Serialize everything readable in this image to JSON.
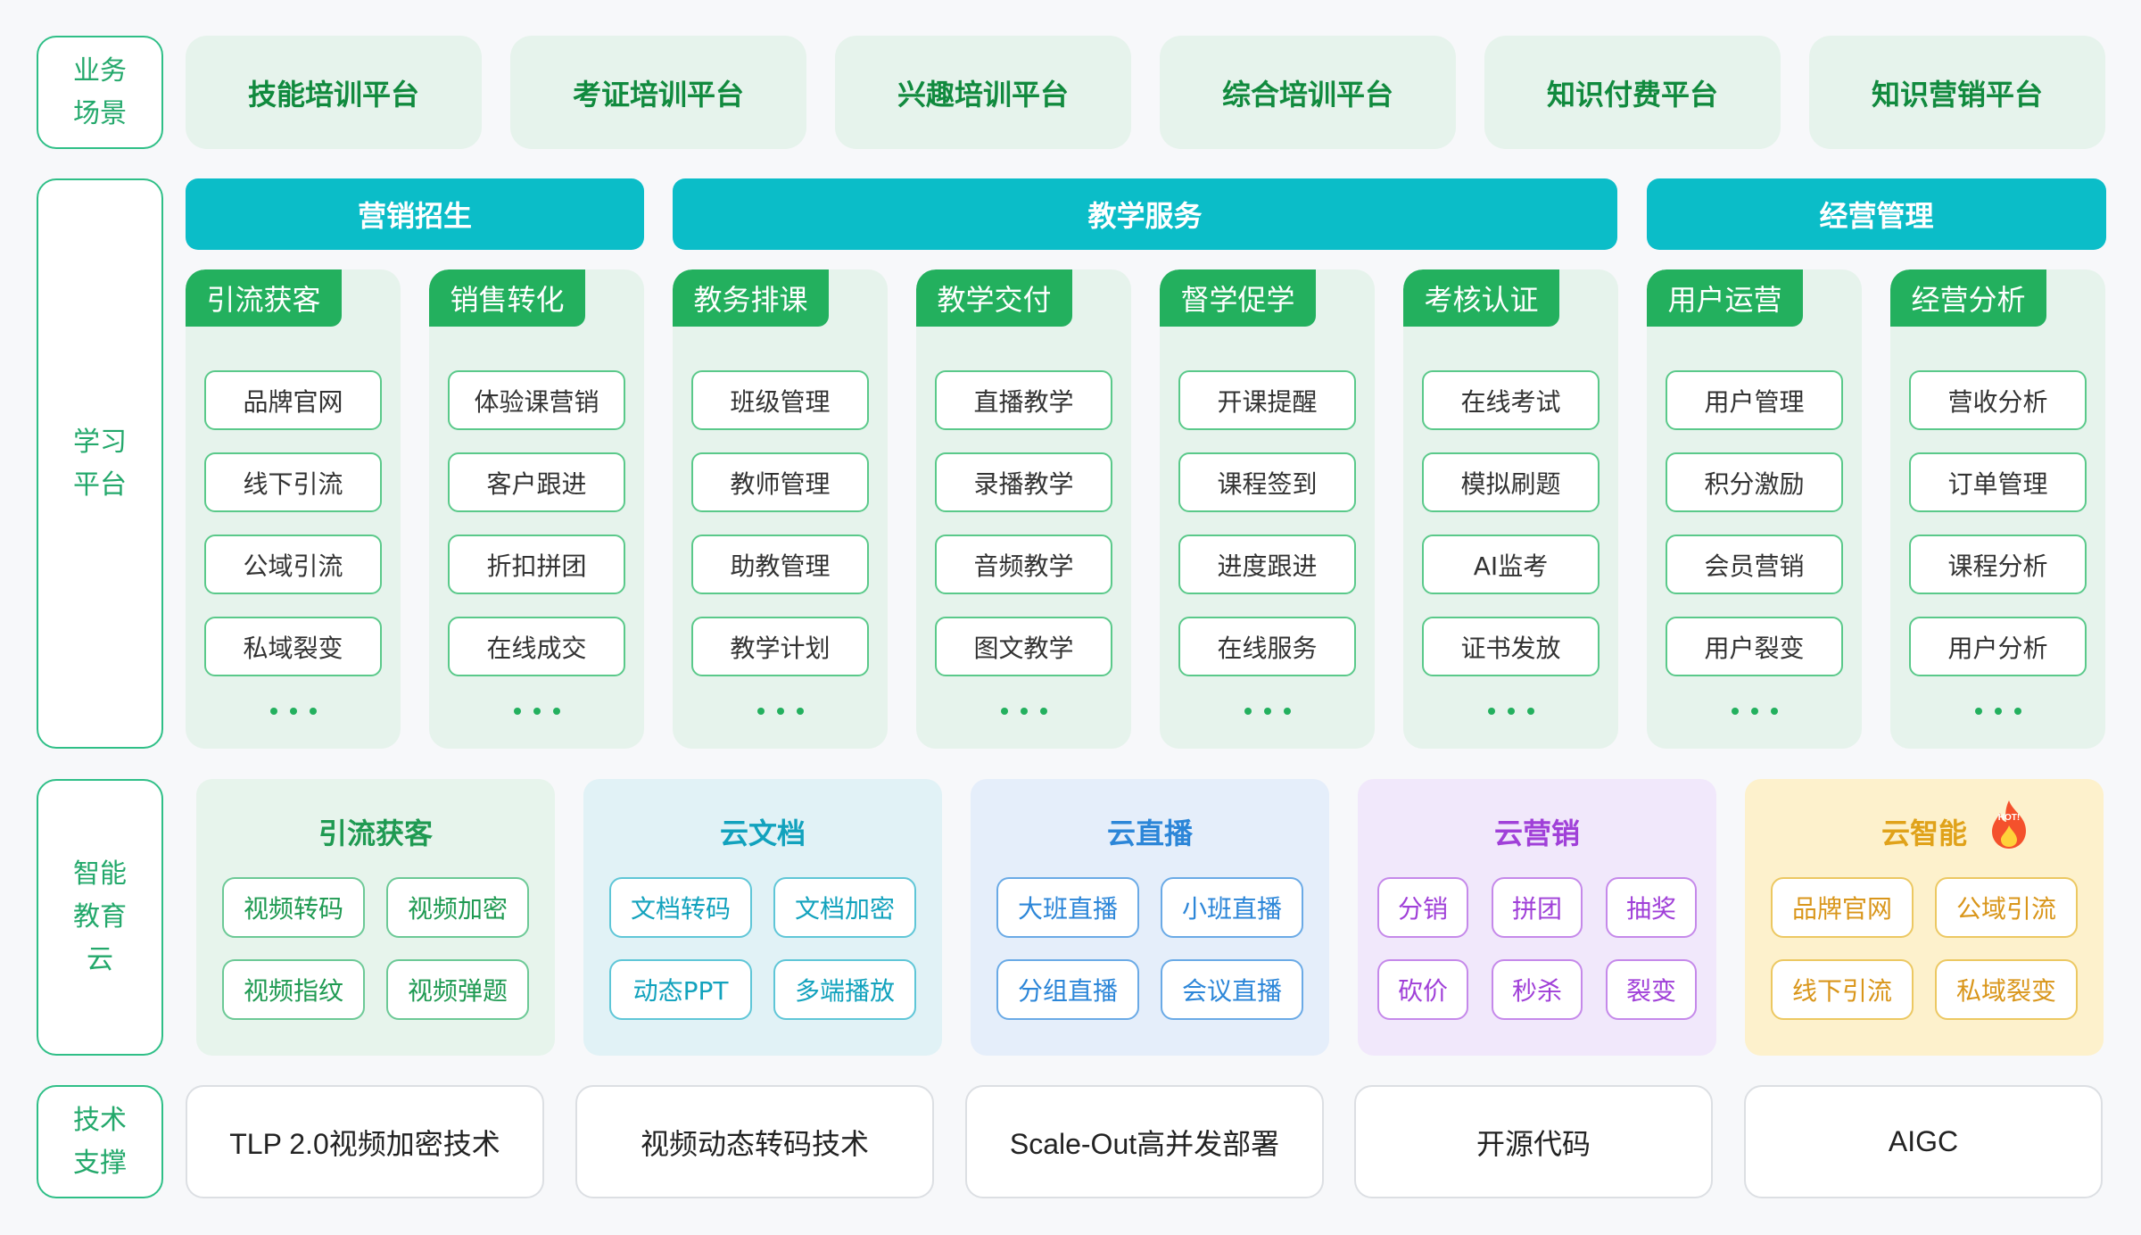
{
  "row_labels": {
    "business": "业务\n场景",
    "platform": "学习\n平台",
    "cloud": "智能\n教育\n云",
    "tech": "技术\n支撑"
  },
  "scenarios": [
    "技能培训平台",
    "考证培训平台",
    "兴趣培训平台",
    "综合培训平台",
    "知识付费平台",
    "知识营销平台"
  ],
  "sections": [
    "营销招生",
    "教学服务",
    "经营管理"
  ],
  "columns": [
    {
      "tab": "引流获客",
      "items": [
        "品牌官网",
        "线下引流",
        "公域引流",
        "私域裂变"
      ]
    },
    {
      "tab": "销售转化",
      "items": [
        "体验课营销",
        "客户跟进",
        "折扣拼团",
        "在线成交"
      ]
    },
    {
      "tab": "教务排课",
      "items": [
        "班级管理",
        "教师管理",
        "助教管理",
        "教学计划"
      ]
    },
    {
      "tab": "教学交付",
      "items": [
        "直播教学",
        "录播教学",
        "音频教学",
        "图文教学"
      ]
    },
    {
      "tab": "督学促学",
      "items": [
        "开课提醒",
        "课程签到",
        "进度跟进",
        "在线服务"
      ]
    },
    {
      "tab": "考核认证",
      "items": [
        "在线考试",
        "模拟刷题",
        "AI监考",
        "证书发放"
      ]
    },
    {
      "tab": "用户运营",
      "items": [
        "用户管理",
        "积分激励",
        "会员营销",
        "用户裂变"
      ]
    },
    {
      "tab": "经营分析",
      "items": [
        "营收分析",
        "订单管理",
        "课程分析",
        "用户分析"
      ]
    }
  ],
  "clouds": [
    {
      "title": "引流获客",
      "items": [
        "视频转码",
        "视频加密",
        "视频指纹",
        "视频弹题"
      ],
      "colors": {
        "bg": "#e7f4ec",
        "title": "#1f9a52",
        "text": "#1f9a52",
        "border": "#6cc996"
      }
    },
    {
      "title": "云文档",
      "items": [
        "文档转码",
        "文档加密",
        "动态PPT",
        "多端播放"
      ],
      "colors": {
        "bg": "#e1f2f6",
        "title": "#12a2bd",
        "text": "#12a2bd",
        "border": "#5fc6d7"
      }
    },
    {
      "title": "云直播",
      "items": [
        "大班直播",
        "小班直播",
        "分组直播",
        "会议直播"
      ],
      "colors": {
        "bg": "#e5eefa",
        "title": "#2c86d8",
        "text": "#2c86d8",
        "border": "#6aaae6"
      }
    },
    {
      "title": "云营销",
      "items": [
        "分销",
        "拼团",
        "抽奖",
        "砍价",
        "秒杀",
        "裂变"
      ],
      "colors": {
        "bg": "#f1e8fb",
        "title": "#a040d8",
        "text": "#a040d8",
        "border": "#c589ea"
      }
    },
    {
      "title": "云智能",
      "items": [
        "品牌官网",
        "公域引流",
        "线下引流",
        "私域裂变"
      ],
      "badge": "HOT!",
      "colors": {
        "bg": "#fdf1cc",
        "title": "#e0a21a",
        "text": "#d9961b",
        "border": "#ecc862"
      }
    }
  ],
  "tech": [
    "TLP 2.0视频加密技术",
    "视频动态转码技术",
    "Scale-Out高并发部署",
    "开源代码",
    "AIGC"
  ]
}
